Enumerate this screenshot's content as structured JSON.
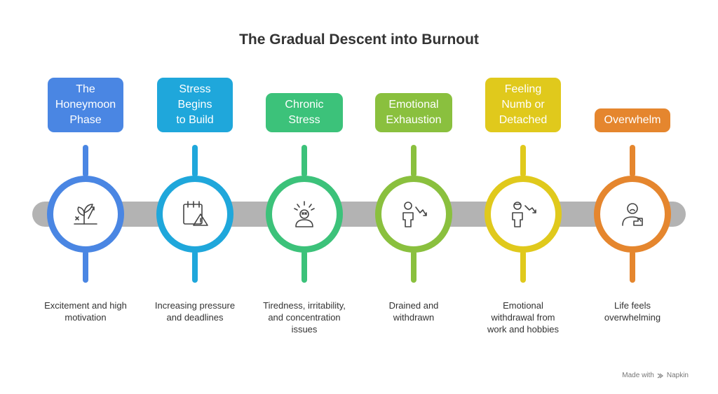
{
  "title": "The Gradual Descent into Burnout",
  "stages": [
    {
      "label": "The Honeymoon Phase",
      "lines": [
        "The",
        "Honeymoon",
        "Phase"
      ],
      "description": "Excitement and high motivation",
      "desc_lines": [
        "Excitement and high",
        "motivation"
      ],
      "color": "#4a86e3",
      "icon": "growing-plant-icon"
    },
    {
      "label": "Stress Begins to Build",
      "lines": [
        "Stress",
        "Begins",
        "to Build"
      ],
      "description": "Increasing pressure and deadlines",
      "desc_lines": [
        "Increasing pressure",
        "and deadlines"
      ],
      "color": "#1fa7db",
      "icon": "calendar-warning-icon"
    },
    {
      "label": "Chronic Stress",
      "lines": [
        "Chronic",
        "Stress"
      ],
      "description": "Tiredness, irritability, and concentration issues",
      "desc_lines": [
        "Tiredness, irritability,",
        "and concentration",
        "issues"
      ],
      "color": "#3cc27a",
      "icon": "stressed-person-icon"
    },
    {
      "label": "Emotional Exhaustion",
      "lines": [
        "Emotional",
        "Exhaustion"
      ],
      "description": "Drained and withdrawn",
      "desc_lines": [
        "Drained and",
        "withdrawn"
      ],
      "color": "#8ac03e",
      "icon": "person-down-arrow-icon"
    },
    {
      "label": "Feeling Numb or Detached",
      "lines": [
        "Feeling",
        "Numb or",
        "Detached"
      ],
      "description": "Emotional withdrawal from work and hobbies",
      "desc_lines": [
        "Emotional",
        "withdrawal from",
        "work and hobbies"
      ],
      "color": "#e0c91c",
      "icon": "detached-person-icon"
    },
    {
      "label": "Overwhelm",
      "lines": [
        "Overwhelm"
      ],
      "description": "Life feels overwhelming",
      "desc_lines": [
        "Life feels",
        "overwhelming"
      ],
      "color": "#e5862e",
      "icon": "sad-person-icon"
    }
  ],
  "footer": {
    "prefix": "Made with",
    "brand": "Napkin"
  }
}
